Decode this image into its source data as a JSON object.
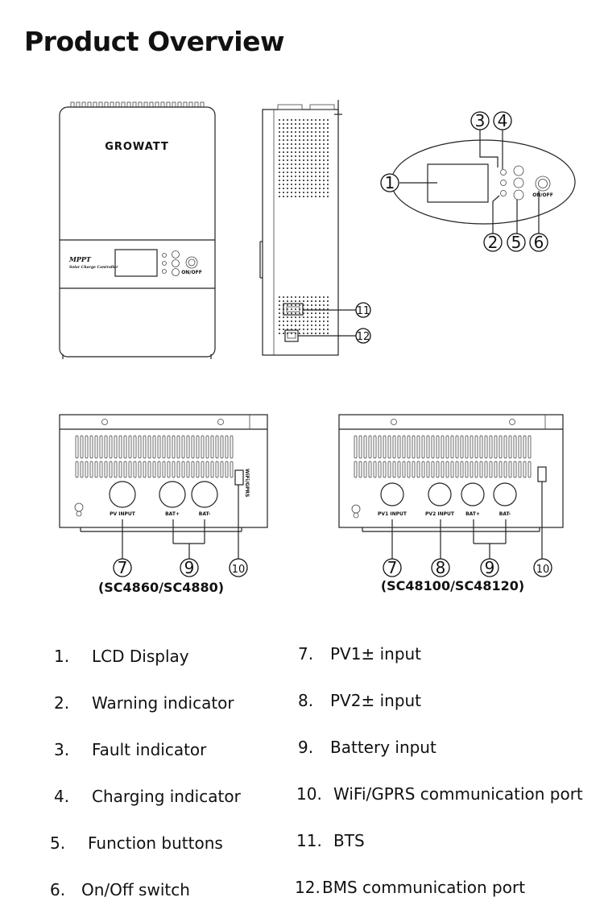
{
  "page_title": "Product Overview",
  "brand": "GROWATT",
  "panel_text": {
    "mppt": "MPPT",
    "subtitle": "Solar Charge Controller",
    "onoff": "ON/OFF"
  },
  "callouts": {
    "c1": "1",
    "c2": "2",
    "c3": "3",
    "c4": "4",
    "c5": "5",
    "c6": "6",
    "c7": "7",
    "c8": "8",
    "c9": "9",
    "c10": "10",
    "c11": "11",
    "c12": "12"
  },
  "ports": {
    "pv_input": "PV INPUT",
    "pv1_input": "PV1 INPUT",
    "pv2_input": "PV2 INPUT",
    "bat_plus": "BAT+",
    "bat_minus": "BAT-",
    "wifi": "WiFi/GPRS"
  },
  "models": {
    "left": "(SC4860/SC4880)",
    "right": "(SC48100/SC48120)"
  },
  "legend": {
    "left": [
      {
        "num": "1.",
        "label": "LCD Display"
      },
      {
        "num": "2.",
        "label": "Warning indicator"
      },
      {
        "num": "3.",
        "label": "Fault indicator"
      },
      {
        "num": "4.",
        "label": "Charging indicator"
      },
      {
        "num": "5.",
        "label": "Function buttons"
      },
      {
        "num": "6.",
        "label": "On/Off switch"
      }
    ],
    "right": [
      {
        "num": "7.",
        "label": "PV1± input"
      },
      {
        "num": "8.",
        "label": "PV2± input"
      },
      {
        "num": "9.",
        "label": "Battery input"
      },
      {
        "num": "10.",
        "label": "WiFi/GPRS communication port"
      },
      {
        "num": "11.",
        "label": "BTS"
      },
      {
        "num": "12.",
        "label": "BMS communication port"
      }
    ]
  }
}
